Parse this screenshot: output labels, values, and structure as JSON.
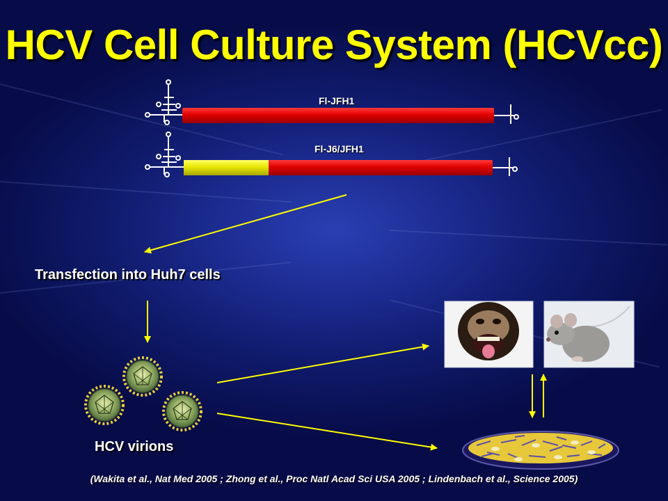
{
  "title": "HCV Cell Culture System (HCVcc)",
  "constructs": [
    {
      "label": "Fl-JFH1",
      "segments": [
        "red"
      ]
    },
    {
      "label": "Fl-J6/JFH1",
      "segments": [
        "yellow",
        "red"
      ]
    }
  ],
  "steps": {
    "transfection": "Transfection into Huh7 cells",
    "virions": "HCV virions"
  },
  "models": [
    "chimpanzee-photo",
    "mouse-photo",
    "cell-culture-dish"
  ],
  "citation": "(Wakita et al., Nat Med 2005 ; Zhong et al., Proc Natl Acad Sci USA 2005 ; Lindenbach et al., Science 2005)",
  "colors": {
    "title": "#ffff00",
    "arrows": "#ffff00",
    "rna_red": "#e00000",
    "rna_yellow": "#e8e800",
    "background": "#1b2a8e"
  }
}
